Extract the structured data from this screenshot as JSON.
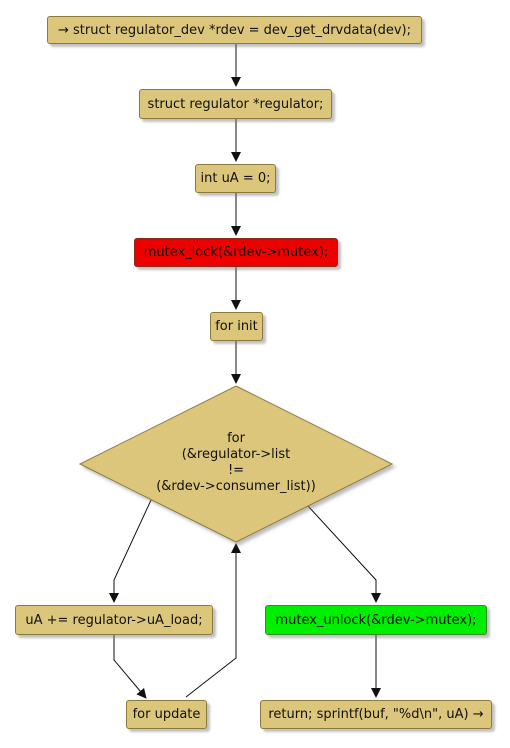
{
  "nodes": {
    "start": "→ struct regulator_dev *rdev = dev_get_drvdata(dev);",
    "decl_regulator": "struct regulator *regulator;",
    "decl_ua": "int uA = 0;",
    "mutex_lock": "mutex_lock(&rdev->mutex);",
    "for_init": "for init",
    "loop_body": "uA += regulator->uA_load;",
    "for_update": "for update",
    "mutex_unlock": "mutex_unlock(&rdev->mutex);",
    "return_stmt": "return; sprintf(buf, \"%d\\n\", uA) →"
  },
  "condition": {
    "line1": "for",
    "line2": "(&regulator->list",
    "line3": "!=",
    "line4": "(&rdev->consumer_list))"
  },
  "colors": {
    "node_fill": "#dcc67c",
    "lock_fill": "#ee0000",
    "unlock_fill": "#00ee00"
  }
}
